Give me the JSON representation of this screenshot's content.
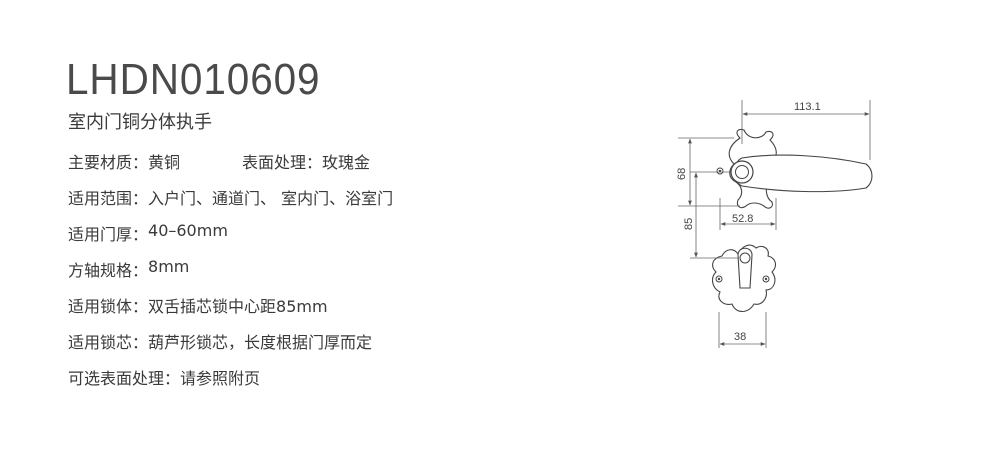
{
  "product": {
    "model": "LHDN010609",
    "name": "室内门铜分体执手"
  },
  "specs": {
    "material_label": "主要材质：",
    "material_value": "黄铜",
    "finish_label": "表面处理：",
    "finish_value": "玫瑰金",
    "scope_label": "适用范围：",
    "scope_value": "入户门、通道门、 室内门、浴室门",
    "thickness_label": "适用门厚：",
    "thickness_value": "40–60mm",
    "spindle_label": "方轴规格：",
    "spindle_value": "8mm",
    "lockbody_label": "适用锁体：",
    "lockbody_value": "双舌插芯锁中心距85mm",
    "cylinder_label": "适用锁芯：",
    "cylinder_value": "葫芦形锁芯，长度根据门厚而定",
    "optional_label": "可选表面处理：",
    "optional_value": "请参照附页"
  },
  "diagram": {
    "dim_length": "113.1",
    "dim_height": "68",
    "dim_center": "85",
    "dim_rose": "52.8",
    "dim_plate": "38"
  }
}
